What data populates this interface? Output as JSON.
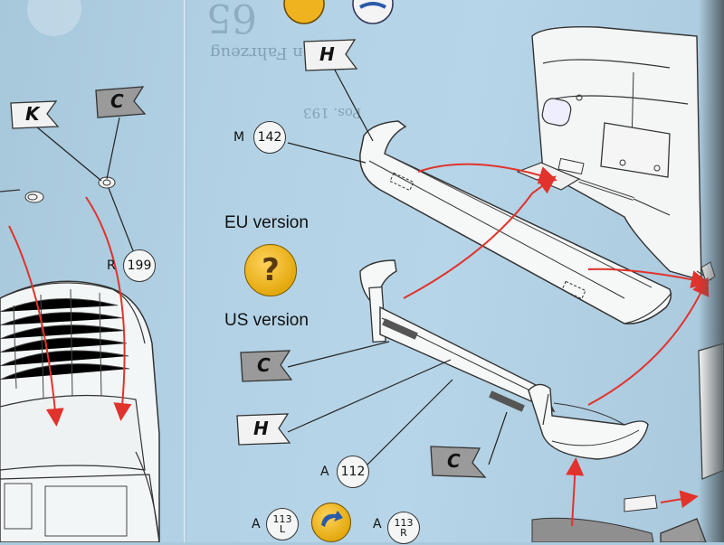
{
  "header": {
    "step_number": "65",
    "mirrored_text": "on Fahrzeug",
    "mirrored_part": "Pos. 193"
  },
  "labels": {
    "eu_version": "EU version",
    "us_version": "US version"
  },
  "part_callouts": [
    {
      "id": "m142",
      "prefix": "M",
      "number": "142"
    },
    {
      "id": "r199",
      "prefix": "R",
      "number": "199"
    },
    {
      "id": "a112",
      "prefix": "A",
      "number": "112"
    },
    {
      "id": "a113l",
      "prefix": "A",
      "number": "113",
      "sub": "L"
    },
    {
      "id": "a113r",
      "prefix": "A",
      "number": "113",
      "sub": "R"
    }
  ],
  "flags": [
    {
      "id": "flag-k",
      "letter": "K",
      "style": "light"
    },
    {
      "id": "flag-c-left",
      "letter": "C",
      "style": "dark"
    },
    {
      "id": "flag-h-top",
      "letter": "H",
      "style": "light"
    },
    {
      "id": "flag-c-us1",
      "letter": "C",
      "style": "dark"
    },
    {
      "id": "flag-h-us",
      "letter": "H",
      "style": "light"
    },
    {
      "id": "flag-c-us2",
      "letter": "C",
      "style": "dark"
    }
  ],
  "question_badge": "?",
  "colors": {
    "page_bg": "#b3d2e5",
    "arrow_red": "#e0332c",
    "flag_light": "#f2f2f2",
    "flag_dark": "#9a9a9a",
    "badge_yellow": "#f2b515"
  }
}
